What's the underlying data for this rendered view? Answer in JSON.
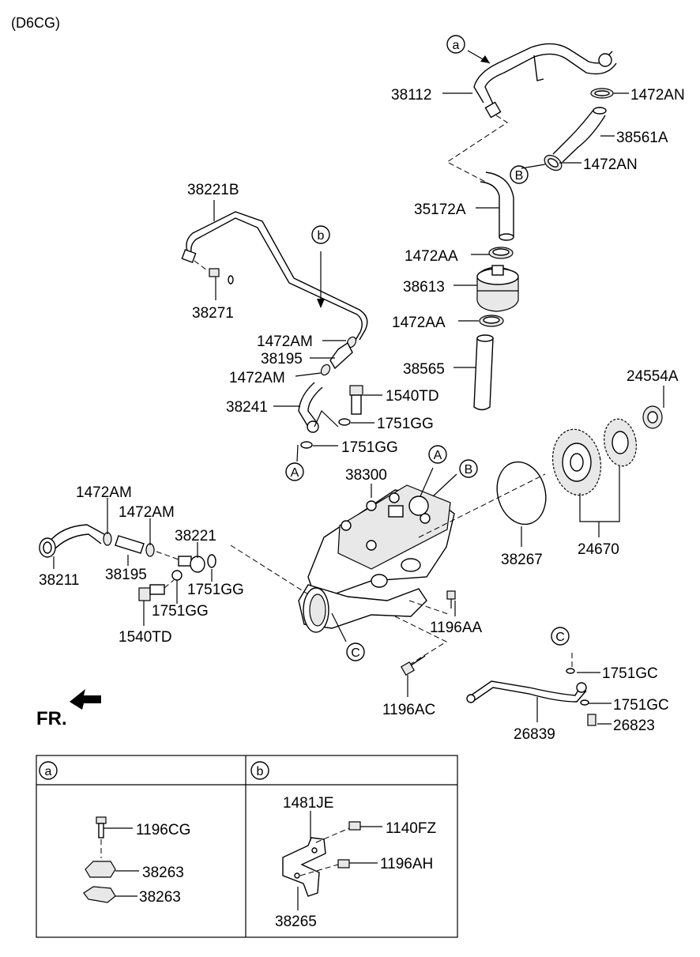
{
  "header": {
    "engine_code": "(D6CG)"
  },
  "fr_label": "FR.",
  "circle_refs": {
    "a": "a",
    "b": "b",
    "A": "A",
    "B": "B",
    "C": "C"
  },
  "parts": {
    "p38112": "38112",
    "p1472AN_1": "1472AN",
    "p38561A": "38561A",
    "p1472AN_2": "1472AN",
    "p35172A": "35172A",
    "p1472AA_1": "1472AA",
    "p38613": "38613",
    "p1472AA_2": "1472AA",
    "p38565": "38565",
    "p38221B": "38221B",
    "p38271": "38271",
    "p1472AM_1": "1472AM",
    "p38195_1": "38195",
    "p1472AM_2": "1472AM",
    "p38241": "38241",
    "p1540TD_1": "1540TD",
    "p1751GG_1": "1751GG",
    "p1751GG_2": "1751GG",
    "p24554A": "24554A",
    "p38300": "38300",
    "p38267": "38267",
    "p24670": "24670",
    "p1472AM_3": "1472AM",
    "p1472AM_4": "1472AM",
    "p38221": "38221",
    "p38211": "38211",
    "p38195_2": "38195",
    "p1751GG_3": "1751GG",
    "p1751GG_4": "1751GG",
    "p1540TD_2": "1540TD",
    "p1196AA": "1196AA",
    "p1196AC": "1196AC",
    "p1751GC_1": "1751GC",
    "p1751GC_2": "1751GC",
    "p26823": "26823",
    "p26839": "26839"
  },
  "legend": {
    "col_a": {
      "ref": "a",
      "parts": [
        "1196CG",
        "38263",
        "38263"
      ]
    },
    "col_b": {
      "ref": "b",
      "parts": [
        "1481JE",
        "1140FZ",
        "1196AH",
        "38265"
      ]
    }
  }
}
